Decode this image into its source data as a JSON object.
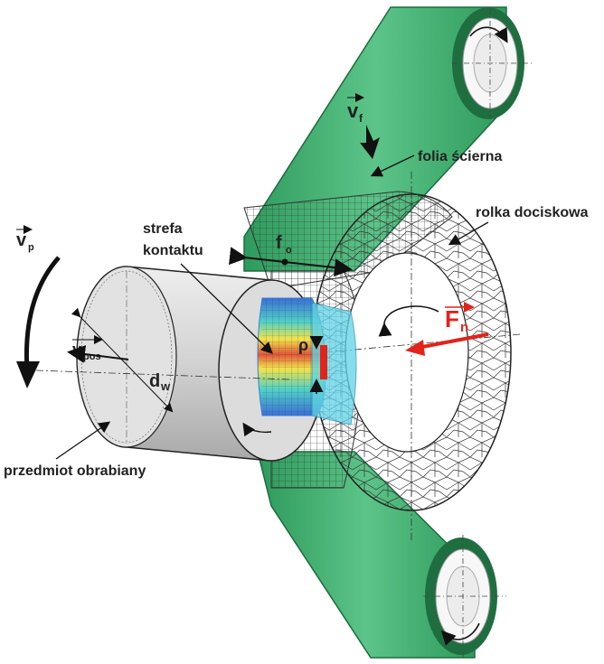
{
  "labels": {
    "abrasive_film": "folia ścierna",
    "pressure_roller": "rolka dociskowa",
    "contact_zone_line1": "strefa",
    "contact_zone_line2": "kontaktu",
    "workpiece": "przedmiot obrabiany",
    "diameter": "d",
    "diameter_sub": "w",
    "rho": "ρ"
  },
  "vectors": {
    "film_velocity": {
      "main": "v",
      "sub": "f"
    },
    "workpiece_velocity": {
      "main": "v",
      "sub": "p"
    },
    "oscillation_velocity": {
      "main": "v",
      "sub": "pos"
    },
    "oscillation_amplitude": {
      "main": "f",
      "sub": "o"
    },
    "normal_force": {
      "main": "F",
      "sub": "n"
    }
  },
  "colors": {
    "film": "#3fa86a",
    "film_dark": "#1f7a45",
    "force": "#e0241c",
    "mesh": "#2a2a2a",
    "workpiece": "#d4d4d4"
  }
}
